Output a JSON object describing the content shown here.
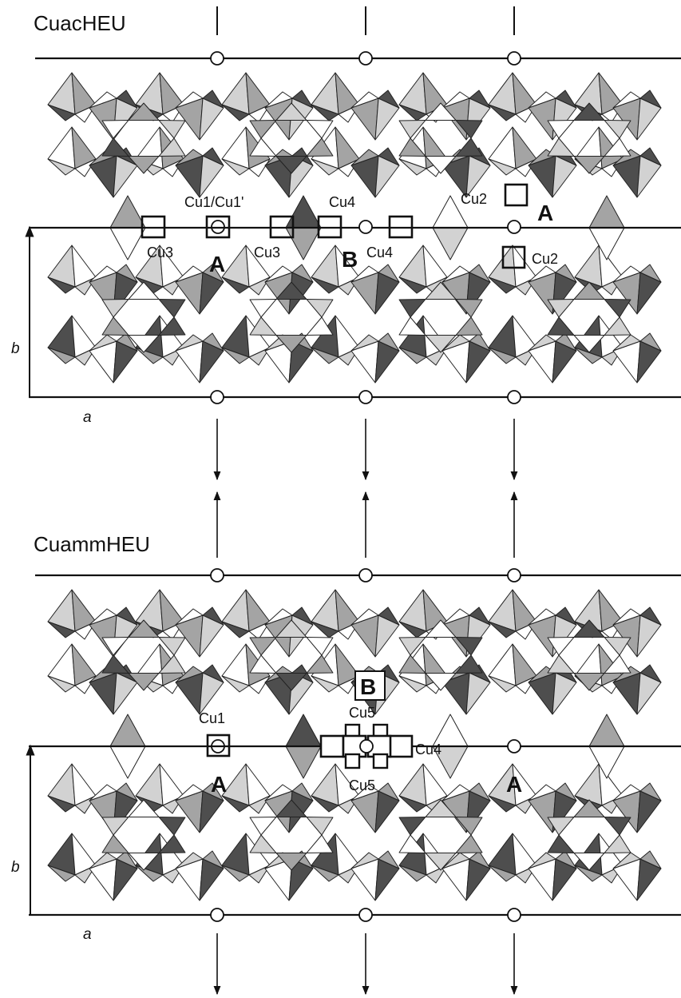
{
  "top_panel": {
    "title": "CuacHEU",
    "sites": {
      "cu1": "Cu1/Cu1'",
      "cu3_left": "Cu3",
      "cu3_right": "Cu3",
      "cu4_top": "Cu4",
      "cu4_bottom": "Cu4",
      "cu2_top": "Cu2",
      "cu2_bottom": "Cu2"
    },
    "channels": {
      "a_left": "A",
      "b_center": "B",
      "a_right": "A"
    },
    "axis_b": "b",
    "axis_a": "a"
  },
  "bottom_panel": {
    "title": "CuammHEU",
    "sites": {
      "cu1": "Cu1",
      "cu5_top": "Cu5",
      "cu5_bottom": "Cu5",
      "cu4": "Cu4"
    },
    "channels": {
      "b_center": "B",
      "a_left": "A",
      "a_right": "A"
    },
    "axis_b": "b",
    "axis_a": "a"
  },
  "colors": {
    "tet_light": "#d2d2d2",
    "tet_mid": "#a4a4a4",
    "tet_dark": "#4e4e4e",
    "tet_white": "#ffffff",
    "line": "#111111"
  }
}
